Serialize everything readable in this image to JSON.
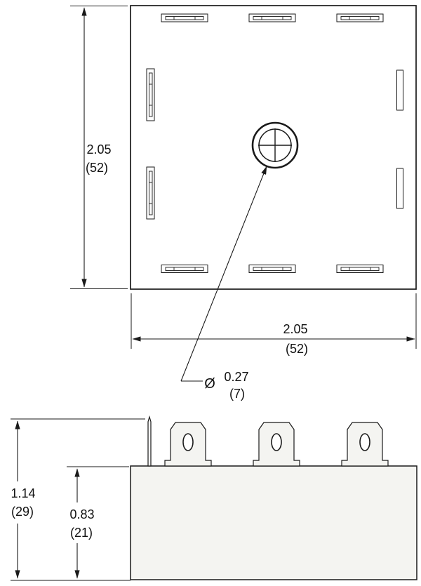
{
  "dims": {
    "top_height": {
      "in": "2.05",
      "mm": "(52)"
    },
    "top_width": {
      "in": "2.05",
      "mm": "(52)"
    },
    "hole": {
      "sym": "Ø",
      "in": "0.27",
      "mm": "(7)"
    },
    "overall_height": {
      "in": "1.14",
      "mm": "(29)"
    },
    "body_height": {
      "in": "0.83",
      "mm": "(21)"
    }
  },
  "colors": {
    "line": "#1a1a1a",
    "background": "#ffffff",
    "part_fill": "#f4f4f1"
  }
}
